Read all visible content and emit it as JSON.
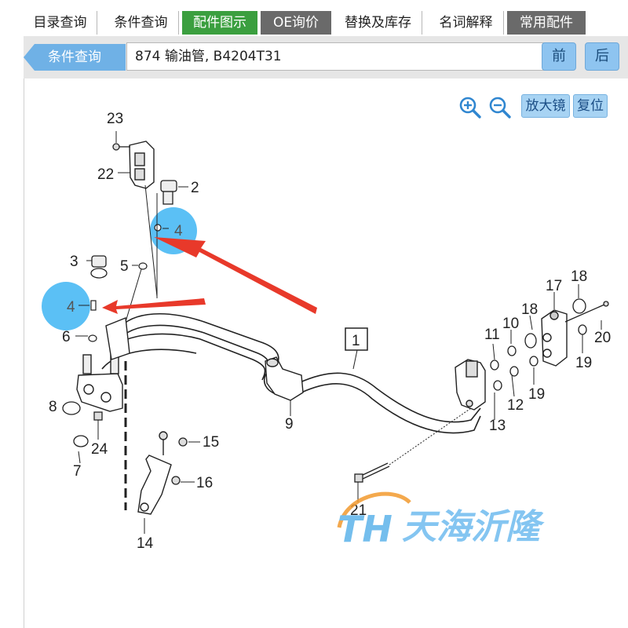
{
  "tabs": [
    {
      "label": "目录查询",
      "state": "inactive"
    },
    {
      "label": "条件查询",
      "state": "inactive"
    },
    {
      "label": "配件图示",
      "state": "active"
    },
    {
      "label": "OE询价",
      "state": "dark"
    },
    {
      "label": "替换及库存",
      "state": "inactive"
    },
    {
      "label": "名词解释",
      "state": "inactive"
    },
    {
      "label": "常用配件",
      "state": "dark"
    }
  ],
  "toolbar": {
    "back_label": "条件查询",
    "select_value": "874 输油管, B4204T31",
    "prev_label": "前",
    "next_label": "后"
  },
  "tools": {
    "zoom_in_icon": "zoom-in-icon",
    "zoom_out_icon": "zoom-out-icon",
    "magnifier_label": "放大镜",
    "reset_label": "复位"
  },
  "diagram": {
    "callouts": {
      "n23": "23",
      "n22": "22",
      "n2": "2",
      "n4a": "4",
      "n3": "3",
      "n5": "5",
      "n4b": "4",
      "n6": "6",
      "n8": "8",
      "n24": "24",
      "n7": "7",
      "n15": "15",
      "n16": "16",
      "n14": "14",
      "n9": "9",
      "n1": "1",
      "n21": "21",
      "n13": "13",
      "n12": "12",
      "n19a": "19",
      "n11": "11",
      "n10": "10",
      "n18a": "18",
      "n17": "17",
      "n18b": "18",
      "n20": "20",
      "n19b": "19"
    },
    "highlight_color": "#5bc0f5",
    "arrow_color": "#e8392a"
  },
  "watermark": {
    "logo_text": "TH",
    "brand_text": "天海沂隆"
  }
}
